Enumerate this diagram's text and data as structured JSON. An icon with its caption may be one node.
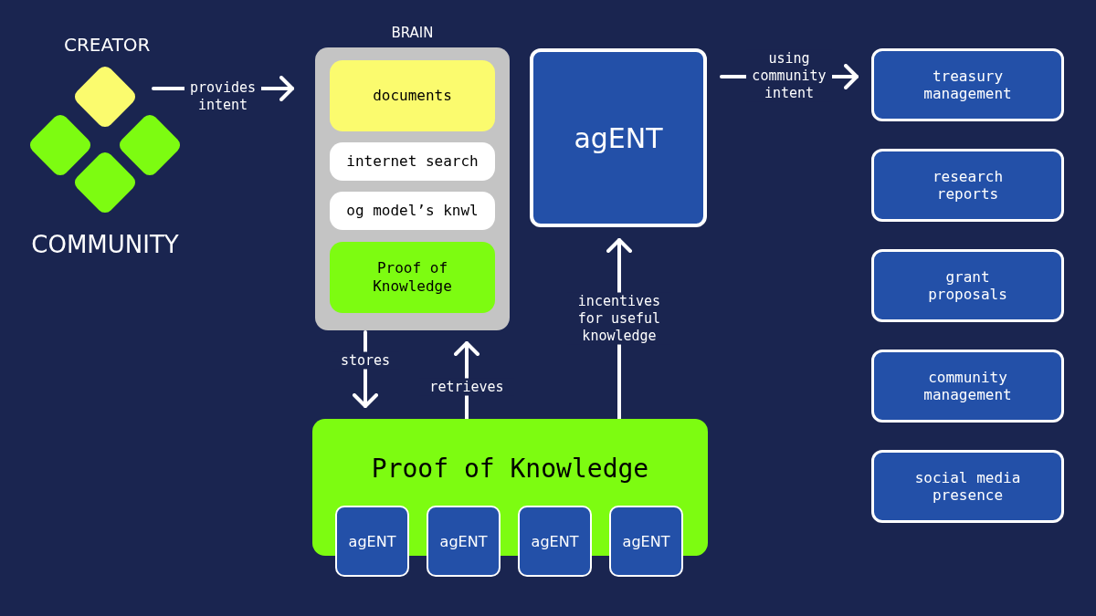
{
  "diagram": {
    "nodes": [
      {
        "text": [
          "CREATOR"
        ]
      },
      {
        "text": [],
        "shape": "diamond"
      },
      {
        "text": [],
        "shape": "diamond"
      },
      {
        "text": [],
        "shape": "diamond"
      },
      {
        "text": [
          "BRAIN"
        ]
      },
      {
        "text": [
          "documents"
        ],
        "in": 4
      },
      {
        "text": [
          "internet search"
        ],
        "in": 4
      },
      {
        "text": [
          "og model’s knwl"
        ],
        "in": 4
      },
      {
        "text": [
          "Proof of Knowledge"
        ],
        "in": 4
      },
      {
        "text": [
          "agENT"
        ]
      },
      {
        "text": [
          "treasury management"
        ]
      },
      {
        "text": [
          "research reports"
        ]
      },
      {
        "text": [
          "grant proposals"
        ]
      },
      {
        "text": [
          "community management"
        ]
      },
      {
        "text": [
          "social media presence"
        ]
      },
      {
        "text": [
          "Proof of Knowledge"
        ]
      },
      {
        "text": [
          "agENT"
        ]
      },
      {
        "text": [
          "agENT"
        ]
      },
      {
        "text": [
          "agENT"
        ]
      },
      {
        "text": [
          "agENT"
        ]
      }
    ],
    "edges": [
      {
        "from": 0,
        "to": 4,
        "arrow": "to",
        "label": "provides intent"
      },
      {
        "from": 9,
        "to": 10,
        "arrow": "to",
        "label": "using community intent"
      },
      {
        "from": 4,
        "to": 15,
        "arrow": "to",
        "label": "stores"
      },
      {
        "from": 15,
        "to": 4,
        "arrow": "to",
        "label": "retrieves"
      },
      {
        "from": 15,
        "to": 9,
        "arrow": "to",
        "label": "incentives for useful knowledge"
      }
    ],
    "labels": [
      "COMMUNITY"
    ]
  }
}
